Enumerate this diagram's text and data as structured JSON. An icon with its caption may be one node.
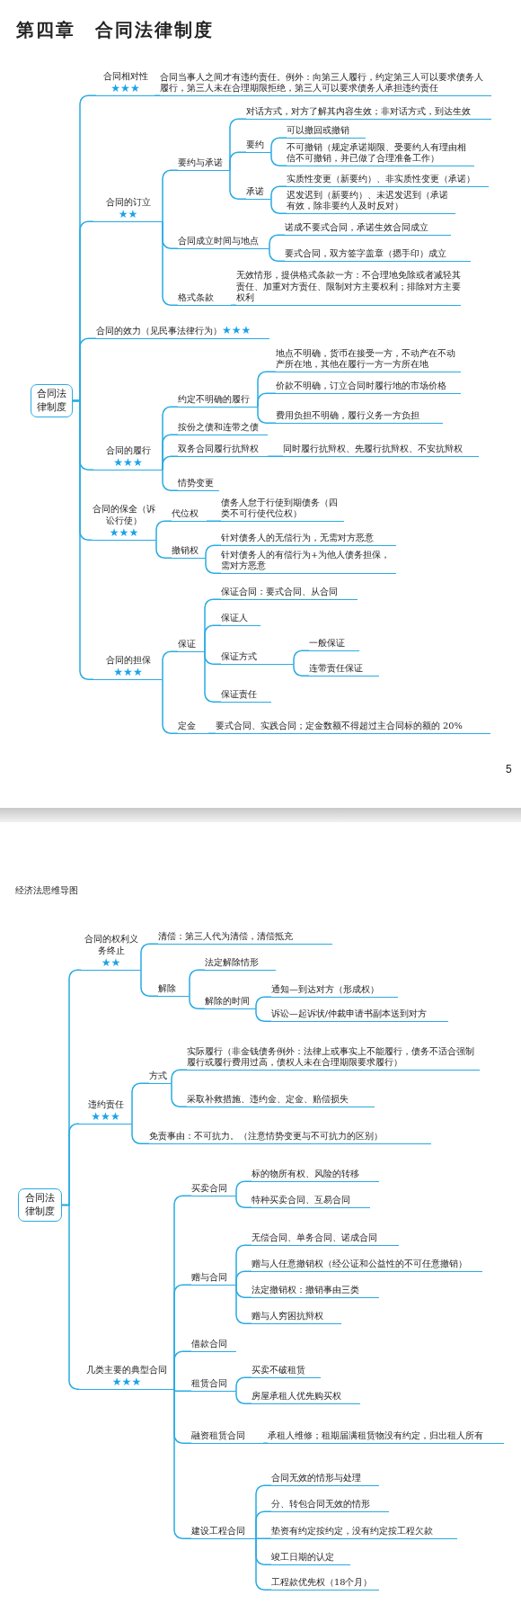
{
  "diagram": {
    "title": "第四章　合同法律制度",
    "nodes": [
      {
        "text": [
          "合同法律制度"
        ]
      },
      {
        "text": [
          "合同相对性",
          "★★★"
        ]
      },
      {
        "text": [
          "合同当事人之间才有违约责任。例外：向第三人履行，约定第三人可以要求债务人履行，第三人未在合理期限拒绝，第三人可以要求债务人承担违约责任"
        ]
      },
      {
        "text": [
          "合同的订立",
          "★★"
        ]
      },
      {
        "text": [
          "要约与承诺"
        ]
      },
      {
        "text": [
          "对话方式，对方了解其内容生效；非对话方式，到达生效"
        ]
      },
      {
        "text": [
          "要约"
        ]
      },
      {
        "text": [
          "可以撤回或撤销"
        ]
      },
      {
        "text": [
          "不可撤销（规定承诺期限、受要约人有理由相信不可撤销，并已做了合理准备工作）"
        ]
      },
      {
        "text": [
          "承诺"
        ]
      },
      {
        "text": [
          "实质性变更（新要约）、非实质性变更（承诺）"
        ]
      },
      {
        "text": [
          "迟发迟到（新要约）、未迟发迟到（承诺有效，除非要约人及时反对）"
        ]
      },
      {
        "text": [
          "合同成立时间与地点"
        ]
      },
      {
        "text": [
          "诺成不要式合同，承诺生效合同成立"
        ]
      },
      {
        "text": [
          "要式合同，双方签字盖章（摁手印）成立"
        ]
      },
      {
        "text": [
          "格式条款"
        ]
      },
      {
        "text": [
          "无效情形，提供格式条款一方：不合理地免除或者减轻其责任、加重对方责任、限制对方主要权利；排除对方主要权利"
        ]
      },
      {
        "text": [
          "合同的效力（见民事法律行为）",
          "★★★"
        ]
      },
      {
        "text": [
          "合同的履行",
          "★★★"
        ]
      },
      {
        "text": [
          "约定不明确的履行"
        ]
      },
      {
        "text": [
          "地点不明确，货币在接受一方，不动产在不动产所在地，其他在履行一方一方所在地"
        ]
      },
      {
        "text": [
          "价款不明确，订立合同时履行地的市场价格"
        ]
      },
      {
        "text": [
          "费用负担不明确，履行义务一方负担"
        ]
      },
      {
        "text": [
          "按份之债和连带之债"
        ]
      },
      {
        "text": [
          "双务合同履行抗辩权"
        ]
      },
      {
        "text": [
          "同时履行抗辩权、先履行抗辩权、不安抗辩权"
        ]
      },
      {
        "text": [
          "情势变更"
        ]
      },
      {
        "text": [
          "合同的保全（诉讼行使）",
          "★★★"
        ]
      },
      {
        "text": [
          "代位权"
        ]
      },
      {
        "text": [
          "债务人怠于行使到期债务（四类不可行使代位权）"
        ]
      },
      {
        "text": [
          "撤销权"
        ]
      },
      {
        "text": [
          "针对债务人的无偿行为，无需对方恶意"
        ]
      },
      {
        "text": [
          "针对债务人的有偿行为+为他人债务担保，需对方恶意"
        ]
      },
      {
        "text": [
          "合同的担保",
          "★★★"
        ]
      },
      {
        "text": [
          "保证"
        ]
      },
      {
        "text": [
          "保证合同：要式合同、从合同"
        ]
      },
      {
        "text": [
          "保证人"
        ]
      },
      {
        "text": [
          "保证方式"
        ]
      },
      {
        "text": [
          "一般保证"
        ]
      },
      {
        "text": [
          "连带责任保证"
        ]
      },
      {
        "text": [
          "保证责任"
        ]
      },
      {
        "text": [
          "定金"
        ]
      },
      {
        "text": [
          "要式合同、实践合同；定金数额不得超过主合同标的额的 20%"
        ]
      },
      {
        "text": [
          "合同法律制度"
        ]
      },
      {
        "text": [
          "合同的权利义务终止",
          "★★"
        ]
      },
      {
        "text": [
          "清偿：第三人代为清偿，清偿抵充"
        ]
      },
      {
        "text": [
          "解除"
        ]
      },
      {
        "text": [
          "法定解除情形"
        ]
      },
      {
        "text": [
          "解除的时间"
        ]
      },
      {
        "text": [
          "通知—到达对方（形成权）"
        ]
      },
      {
        "text": [
          "诉讼—起诉状/仲裁申请书副本送到对方"
        ]
      },
      {
        "text": [
          "违约责任",
          "★★★"
        ]
      },
      {
        "text": [
          "方式"
        ]
      },
      {
        "text": [
          "实际履行（非金钱债务例外：法律上或事实上不能履行，债务不适合强制履行或履行费用过高，债权人未在合理期限要求履行）"
        ]
      },
      {
        "text": [
          "采取补救措施、违约金、定金、赔偿损失"
        ]
      },
      {
        "text": [
          "免责事由：不可抗力。（注意情势变更与不可抗力的区别）"
        ]
      },
      {
        "text": [
          "几类主要的典型合同",
          "★★★"
        ]
      },
      {
        "text": [
          "买卖合同"
        ]
      },
      {
        "text": [
          "标的物所有权、风险的转移"
        ]
      },
      {
        "text": [
          "特种买卖合同、互易合同"
        ]
      },
      {
        "text": [
          "赠与合同"
        ]
      },
      {
        "text": [
          "无偿合同、单务合同、诺成合同"
        ]
      },
      {
        "text": [
          "赠与人任意撤销权（经公证和公益性的不可任意撤销）"
        ]
      },
      {
        "text": [
          "法定撤销权：撤销事由三类"
        ]
      },
      {
        "text": [
          "赠与人穷困抗辩权"
        ]
      },
      {
        "text": [
          "借款合同"
        ]
      },
      {
        "text": [
          "租赁合同"
        ]
      },
      {
        "text": [
          "买卖不破租赁"
        ]
      },
      {
        "text": [
          "房屋承租人优先购买权"
        ]
      },
      {
        "text": [
          "融资租赁合同"
        ]
      },
      {
        "text": [
          "承租人维修；租期届满租赁物没有约定，归出租人所有"
        ]
      },
      {
        "text": [
          "建设工程合同"
        ]
      },
      {
        "text": [
          "合同无效的情形与处理"
        ]
      },
      {
        "text": [
          "分、转包合同无效的情形"
        ]
      },
      {
        "text": [
          "垫资有约定按约定，没有约定按工程欠款"
        ]
      },
      {
        "text": [
          "竣工日期的认定"
        ]
      },
      {
        "text": [
          "工程款优先权（18个月）"
        ]
      }
    ],
    "edges": [
      {
        "from": 0,
        "to": 1,
        "arrow": "none"
      },
      {
        "from": 1,
        "to": 2,
        "arrow": "none"
      },
      {
        "from": 0,
        "to": 3,
        "arrow": "none"
      },
      {
        "from": 3,
        "to": 4,
        "arrow": "none"
      },
      {
        "from": 4,
        "to": 5,
        "arrow": "none"
      },
      {
        "from": 4,
        "to": 6,
        "arrow": "none"
      },
      {
        "from": 6,
        "to": 7,
        "arrow": "none"
      },
      {
        "from": 6,
        "to": 8,
        "arrow": "none"
      },
      {
        "from": 4,
        "to": 9,
        "arrow": "none"
      },
      {
        "from": 9,
        "to": 10,
        "arrow": "none"
      },
      {
        "from": 9,
        "to": 11,
        "arrow": "none"
      },
      {
        "from": 3,
        "to": 12,
        "arrow": "none"
      },
      {
        "from": 12,
        "to": 13,
        "arrow": "none"
      },
      {
        "from": 12,
        "to": 14,
        "arrow": "none"
      },
      {
        "from": 3,
        "to": 15,
        "arrow": "none"
      },
      {
        "from": 15,
        "to": 16,
        "arrow": "none"
      },
      {
        "from": 0,
        "to": 17,
        "arrow": "none"
      },
      {
        "from": 0,
        "to": 18,
        "arrow": "none"
      },
      {
        "from": 18,
        "to": 19,
        "arrow": "none"
      },
      {
        "from": 19,
        "to": 20,
        "arrow": "none"
      },
      {
        "from": 19,
        "to": 21,
        "arrow": "none"
      },
      {
        "from": 19,
        "to": 22,
        "arrow": "none"
      },
      {
        "from": 18,
        "to": 23,
        "arrow": "none"
      },
      {
        "from": 18,
        "to": 24,
        "arrow": "none"
      },
      {
        "from": 24,
        "to": 25,
        "arrow": "none"
      },
      {
        "from": 18,
        "to": 26,
        "arrow": "none"
      },
      {
        "from": 0,
        "to": 27,
        "arrow": "none"
      },
      {
        "from": 27,
        "to": 28,
        "arrow": "none"
      },
      {
        "from": 28,
        "to": 29,
        "arrow": "none"
      },
      {
        "from": 27,
        "to": 30,
        "arrow": "none"
      },
      {
        "from": 30,
        "to": 31,
        "arrow": "none"
      },
      {
        "from": 30,
        "to": 32,
        "arrow": "none"
      },
      {
        "from": 0,
        "to": 33,
        "arrow": "none"
      },
      {
        "from": 33,
        "to": 34,
        "arrow": "none"
      },
      {
        "from": 34,
        "to": 35,
        "arrow": "none"
      },
      {
        "from": 34,
        "to": 36,
        "arrow": "none"
      },
      {
        "from": 34,
        "to": 37,
        "arrow": "none"
      },
      {
        "from": 37,
        "to": 38,
        "arrow": "none"
      },
      {
        "from": 37,
        "to": 39,
        "arrow": "none"
      },
      {
        "from": 34,
        "to": 40,
        "arrow": "none"
      },
      {
        "from": 33,
        "to": 41,
        "arrow": "none"
      },
      {
        "from": 41,
        "to": 42,
        "arrow": "none"
      },
      {
        "from": 43,
        "to": 44,
        "arrow": "none"
      },
      {
        "from": 44,
        "to": 45,
        "arrow": "none"
      },
      {
        "from": 44,
        "to": 46,
        "arrow": "none"
      },
      {
        "from": 46,
        "to": 47,
        "arrow": "none"
      },
      {
        "from": 46,
        "to": 48,
        "arrow": "none"
      },
      {
        "from": 48,
        "to": 49,
        "arrow": "none"
      },
      {
        "from": 48,
        "to": 50,
        "arrow": "none"
      },
      {
        "from": 43,
        "to": 51,
        "arrow": "none"
      },
      {
        "from": 51,
        "to": 52,
        "arrow": "none"
      },
      {
        "from": 52,
        "to": 53,
        "arrow": "none"
      },
      {
        "from": 52,
        "to": 54,
        "arrow": "none"
      },
      {
        "from": 51,
        "to": 55,
        "arrow": "none"
      },
      {
        "from": 43,
        "to": 56,
        "arrow": "none"
      },
      {
        "from": 56,
        "to": 57,
        "arrow": "none"
      },
      {
        "from": 57,
        "to": 58,
        "arrow": "none"
      },
      {
        "from": 57,
        "to": 59,
        "arrow": "none"
      },
      {
        "from": 56,
        "to": 60,
        "arrow": "none"
      },
      {
        "from": 60,
        "to": 61,
        "arrow": "none"
      },
      {
        "from": 60,
        "to": 62,
        "arrow": "none"
      },
      {
        "from": 60,
        "to": 63,
        "arrow": "none"
      },
      {
        "from": 60,
        "to": 64,
        "arrow": "none"
      },
      {
        "from": 56,
        "to": 65,
        "arrow": "none"
      },
      {
        "from": 56,
        "to": 66,
        "arrow": "none"
      },
      {
        "from": 66,
        "to": 67,
        "arrow": "none"
      },
      {
        "from": 66,
        "to": 68,
        "arrow": "none"
      },
      {
        "from": 56,
        "to": 69,
        "arrow": "none"
      },
      {
        "from": 69,
        "to": 70,
        "arrow": "none"
      },
      {
        "from": 56,
        "to": 71,
        "arrow": "none"
      },
      {
        "from": 71,
        "to": 72,
        "arrow": "none"
      },
      {
        "from": 71,
        "to": 73,
        "arrow": "none"
      },
      {
        "from": 71,
        "to": 74,
        "arrow": "none"
      },
      {
        "from": 71,
        "to": 75,
        "arrow": "none"
      },
      {
        "from": 71,
        "to": 76,
        "arrow": "none"
      }
    ],
    "labels": [
      "5",
      "经济法思维导图"
    ]
  }
}
